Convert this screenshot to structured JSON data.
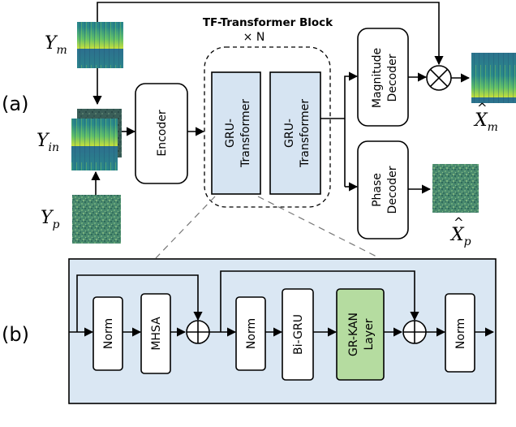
{
  "labels": {
    "part_a": "(a)",
    "part_b": "(b)",
    "block_title": "TF-Transformer Block",
    "repeat": "× N",
    "encoder": "Encoder",
    "gru_transformer_1": [
      "GRU-",
      "Transformer"
    ],
    "gru_transformer_2": [
      "GRU-",
      "Transformer"
    ],
    "magnitude_decoder": [
      "Magnitude",
      "Decoder"
    ],
    "phase_decoder": [
      "Phase",
      "Decoder"
    ],
    "norm_1": "Norm",
    "mhsa": "MHSA",
    "norm_2": "Norm",
    "bigru": "Bi-GRU",
    "grkan": [
      "GR-KAN",
      "Layer"
    ],
    "norm_3": "Norm"
  },
  "math": {
    "y_m": {
      "base": "Y",
      "sub": "m"
    },
    "y_in": {
      "base": "Y",
      "sub": "in"
    },
    "y_p": {
      "base": "Y",
      "sub": "p"
    },
    "x_m_hat": {
      "base": "X",
      "sub": "m"
    },
    "x_p_hat": {
      "base": "X",
      "sub": "p"
    }
  },
  "colors": {
    "block_fill": "#d6e4f2",
    "grkan_fill": "#b5dca0",
    "panel_b_fill": "#dae7f3"
  }
}
